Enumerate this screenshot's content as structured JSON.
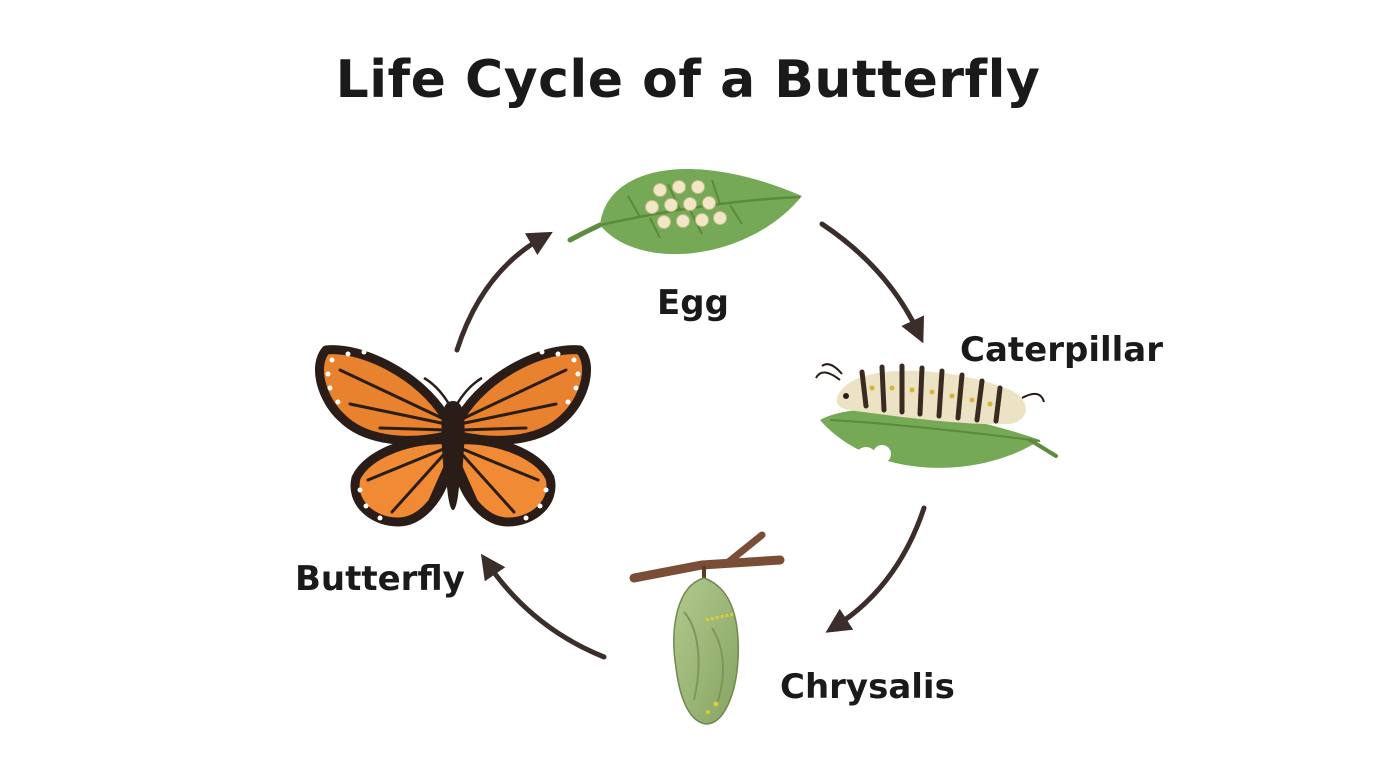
{
  "title": "Life Cycle of a Butterfly",
  "stages": {
    "egg": "Egg",
    "caterpillar": "Caterpillar",
    "chrysalis": "Chrysalis",
    "butterfly": "Butterfly"
  },
  "colors": {
    "leaf": "#76a955",
    "egg": "#f1e6c6",
    "butterfly_orange": "#e8822e",
    "butterfly_black": "#2a1c17",
    "chrysalis": "#9bb676",
    "branch": "#7a4e36",
    "arrow": "#3b2e2a"
  }
}
